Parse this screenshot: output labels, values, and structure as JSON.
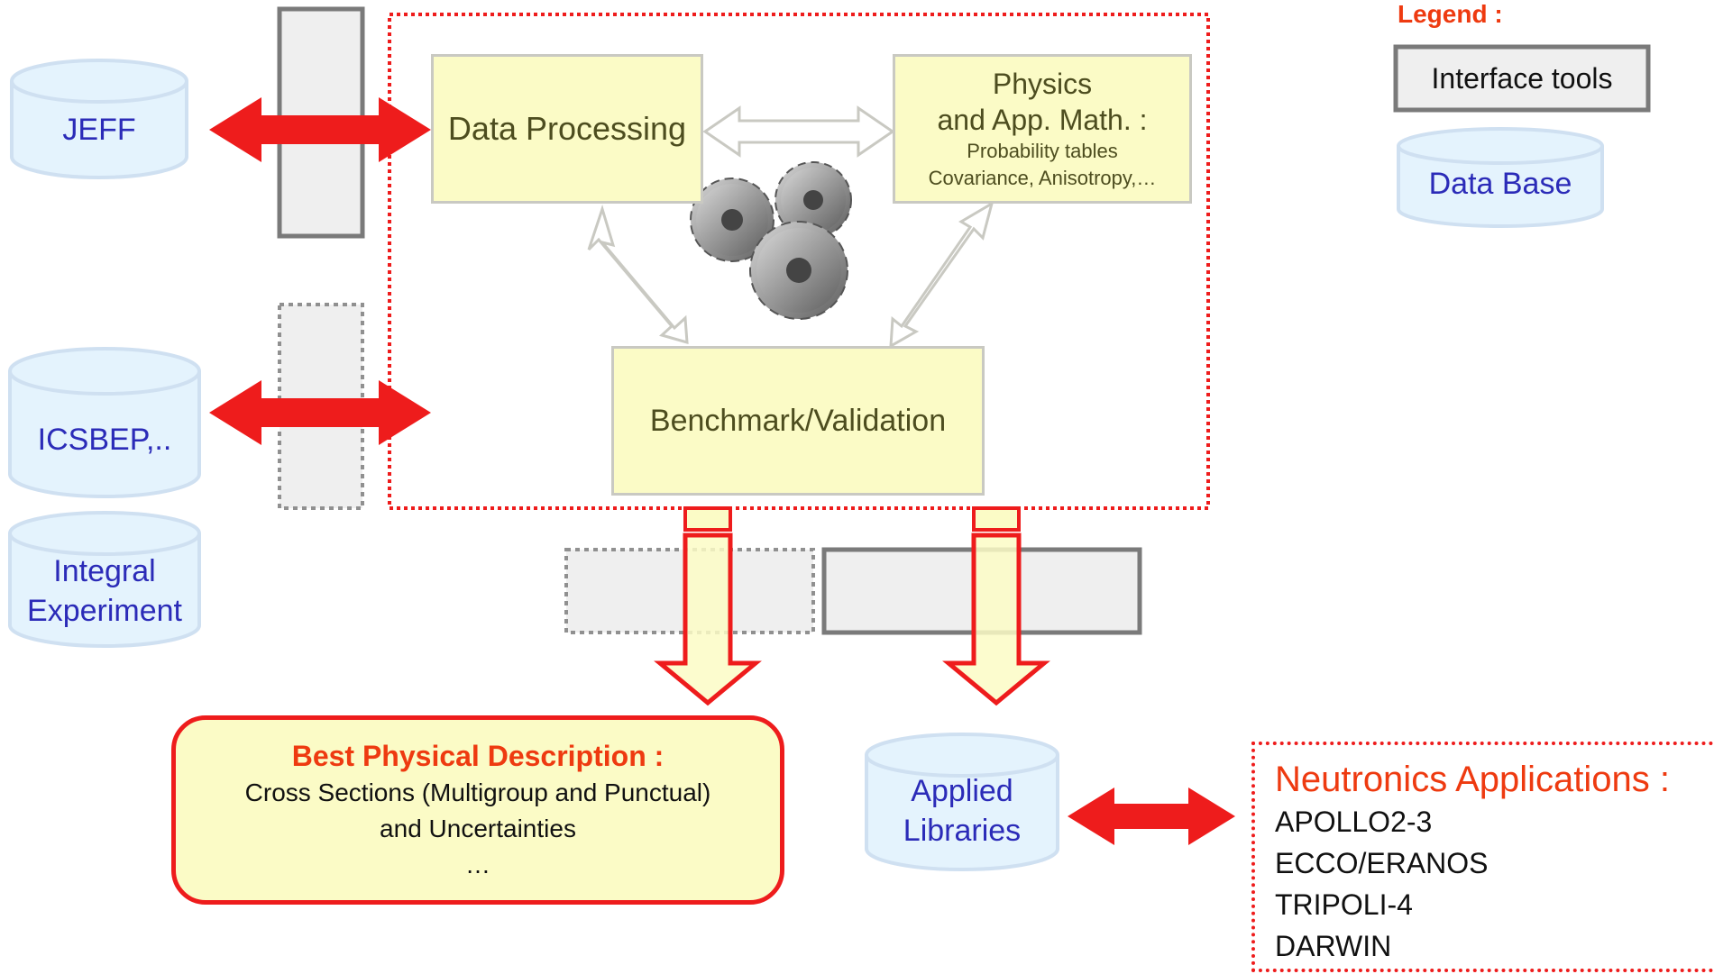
{
  "legend": {
    "title": "Legend :",
    "interface_tools": "Interface tools",
    "data_base": "Data Base"
  },
  "databases": {
    "jeff": "JEFF",
    "icsbep": "ICSBEP,..",
    "integral_line1": "Integral",
    "integral_line2": "Experiment",
    "applied_line1": "Applied",
    "applied_line2": "Libraries"
  },
  "process": {
    "data_processing": "Data Processing",
    "physics_line1": "Physics",
    "physics_line2": "and App. Math. :",
    "physics_line3": "Probability tables",
    "physics_line4": "Covariance, Anisotropy,…",
    "benchmark": "Benchmark/Validation"
  },
  "best": {
    "title": "Best Physical Description :",
    "line1": "Cross Sections (Multigroup and Punctual)",
    "line2": "and Uncertainties",
    "line3": "…"
  },
  "neutronics": {
    "title": "Neutronics Applications :",
    "items": [
      "APOLLO2-3",
      "ECCO/ERANOS",
      "TRIPOLI-4",
      "DARWIN"
    ]
  },
  "colors": {
    "red": "#ee1c1c",
    "yellow_fill": "#fbfbc6",
    "db_text": "#2b2bb8",
    "db_fill": "#e4f3fd",
    "interface_gray": "#efefef"
  },
  "icons": {
    "gears": "gears-icon"
  }
}
